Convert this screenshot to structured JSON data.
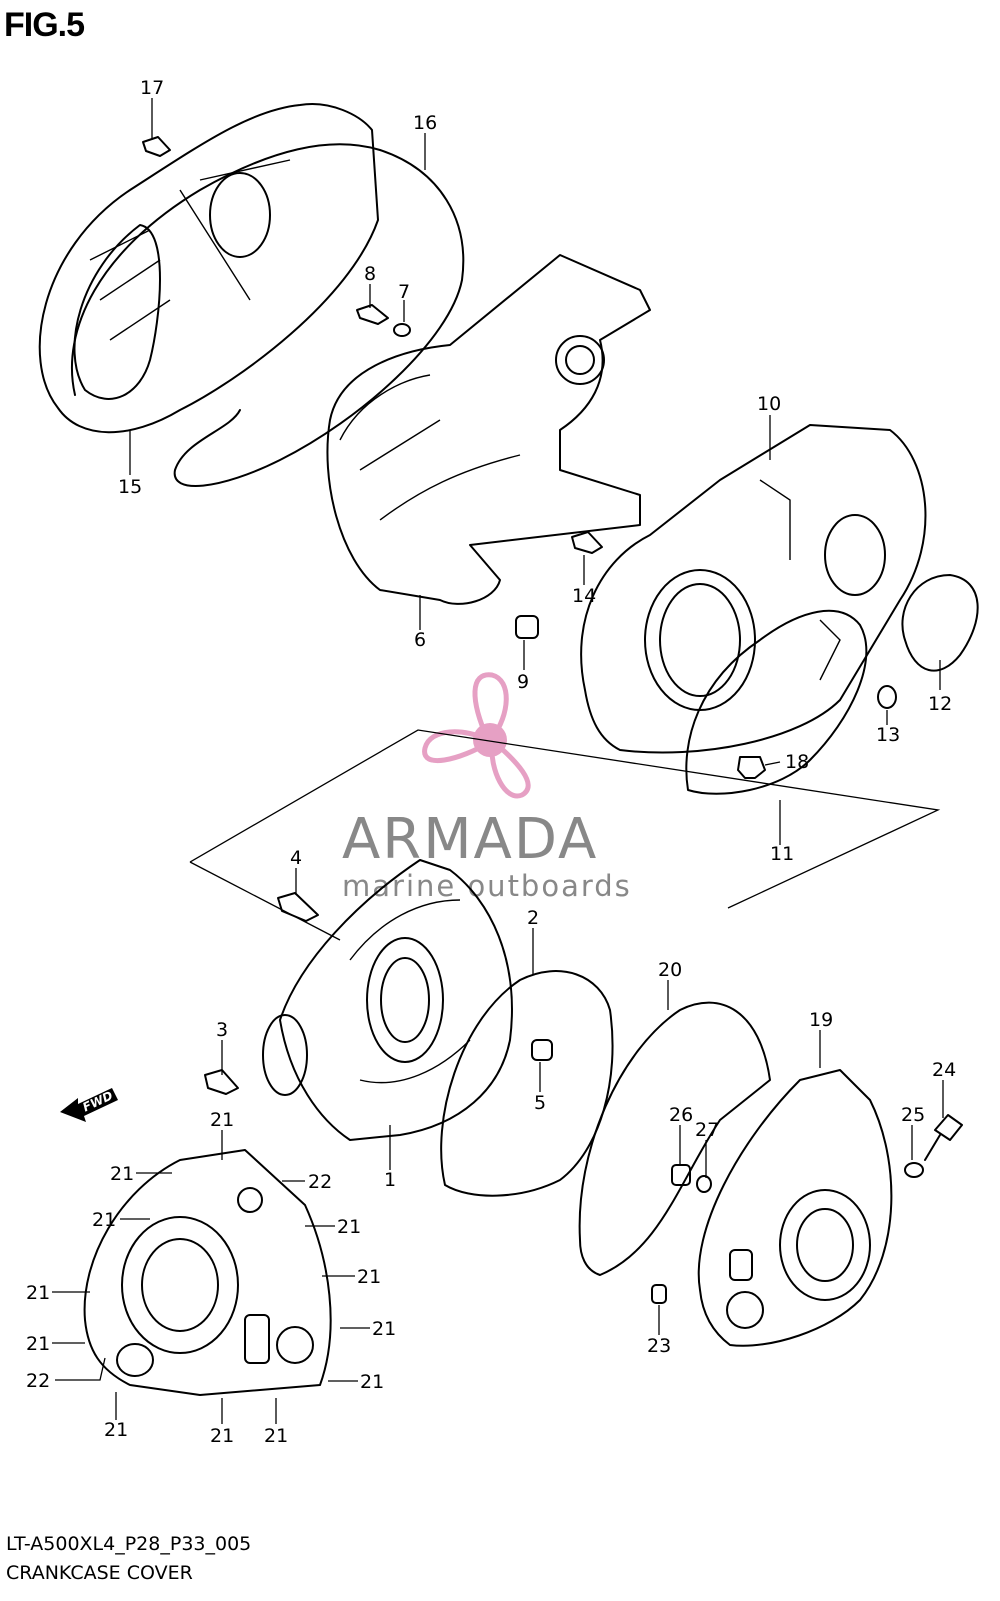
{
  "figure_title": "FIG.5",
  "caption_code": "LT-A500XL4_P28_P33_005",
  "caption_name": "CRANKCASE COVER",
  "watermark": {
    "brand": "ARMADA",
    "tagline": "marine outboards",
    "color_primary": "#888888",
    "color_logo": "#e6a0c4"
  },
  "fwd_arrow": "FWD",
  "part_labels": {
    "p1": "1",
    "p2": "2",
    "p3": "3",
    "p4": "4",
    "p5": "5",
    "p6": "6",
    "p7": "7",
    "p8": "8",
    "p9": "9",
    "p10": "10",
    "p11": "11",
    "p12": "12",
    "p13": "13",
    "p14": "14",
    "p15": "15",
    "p16": "16",
    "p17": "17",
    "p18": "18",
    "p19": "19",
    "p20": "20",
    "p21": "21",
    "p22": "22",
    "p23": "23",
    "p24": "24",
    "p25": "25",
    "p26": "26",
    "p27": "27"
  }
}
